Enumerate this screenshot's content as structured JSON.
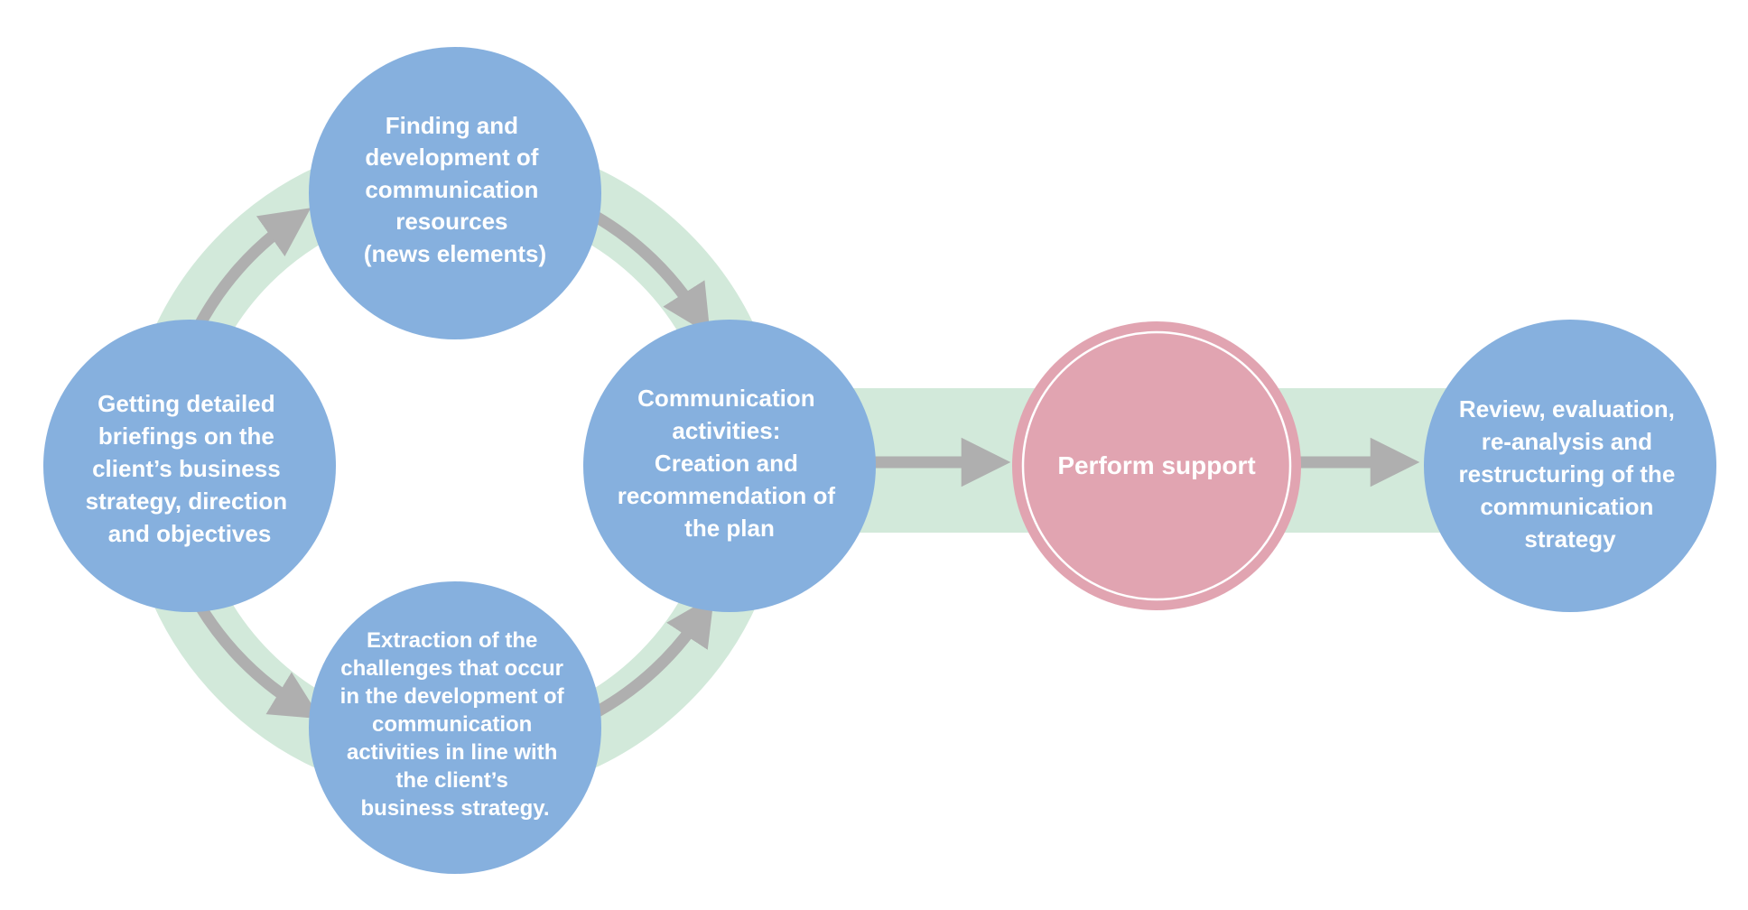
{
  "colors": {
    "blue_circle": "#86B0DE",
    "pink_circle": "#E1A4B1",
    "green_band": "#D2E9DA",
    "arrow_gray": "#AFAFAF",
    "text": "#FFFFFF"
  },
  "nodes": {
    "finding": {
      "lines": [
        "Finding and",
        "development of",
        "communication",
        "resources",
        "(news elements)"
      ]
    },
    "briefings": {
      "lines": [
        "Getting detailed",
        "briefings on the",
        "client’s business",
        "strategy, direction",
        "and objectives"
      ]
    },
    "communication": {
      "lines": [
        "Communication",
        "activities:",
        "Creation and",
        "recommendation of",
        "the plan"
      ]
    },
    "extraction": {
      "lines": [
        "Extraction of the",
        "challenges that occur",
        "in the development of",
        "communication",
        "activities in line with",
        "the client’s",
        "business strategy."
      ]
    },
    "perform": {
      "lines": [
        "Perform support"
      ]
    },
    "review": {
      "lines": [
        "Review, evaluation,",
        "re-analysis and",
        "restructuring of the",
        "communication",
        "strategy"
      ]
    }
  }
}
